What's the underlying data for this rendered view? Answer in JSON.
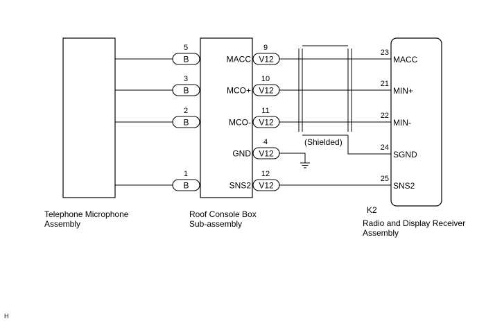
{
  "components": {
    "microphone": {
      "line1": "Telephone Microphone",
      "line2": "Assembly"
    },
    "roof_console": {
      "line1": "Roof Console Box",
      "line2": "Sub-assembly"
    },
    "radio": {
      "code": "K2",
      "line1": "Radio and Display Receiver",
      "line2": "Assembly"
    }
  },
  "shield_label": "(Shielded)",
  "corner_mark": "H",
  "mic_connectors": [
    {
      "pin": "5",
      "label": "B"
    },
    {
      "pin": "3",
      "label": "B"
    },
    {
      "pin": "2",
      "label": "B"
    },
    {
      "pin": "1",
      "label": "B"
    }
  ],
  "console_terminals": [
    {
      "name": "MACC",
      "pin": "9",
      "connector": "V12"
    },
    {
      "name": "MCO+",
      "pin": "10",
      "connector": "V12"
    },
    {
      "name": "MCO-",
      "pin": "11",
      "connector": "V12"
    },
    {
      "name": "GND",
      "pin": "4",
      "connector": "V12"
    },
    {
      "name": "SNS2",
      "pin": "12",
      "connector": "V12"
    }
  ],
  "radio_terminals": [
    {
      "name": "MACC",
      "pin": "23"
    },
    {
      "name": "MIN+",
      "pin": "21"
    },
    {
      "name": "MIN-",
      "pin": "22"
    },
    {
      "name": "SGND",
      "pin": "24"
    },
    {
      "name": "SNS2",
      "pin": "25"
    }
  ]
}
